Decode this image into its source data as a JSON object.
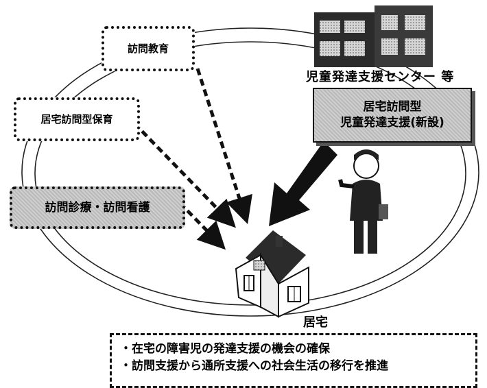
{
  "facility_label": "児童発達支援センター 等",
  "new_service": {
    "line1": "居宅訪問型",
    "line2": "児童発達支援(新設)"
  },
  "services": {
    "visiting_education": "訪問教育",
    "home_childcare": "居宅訪問型保育",
    "home_medical_nursing": "訪問診療・訪問看護"
  },
  "home_label": "居宅",
  "notes": [
    "・在宅の障害児の発達支援の機会の確保",
    "・訪問支援から通所支援への社会生活の移行を推進"
  ]
}
